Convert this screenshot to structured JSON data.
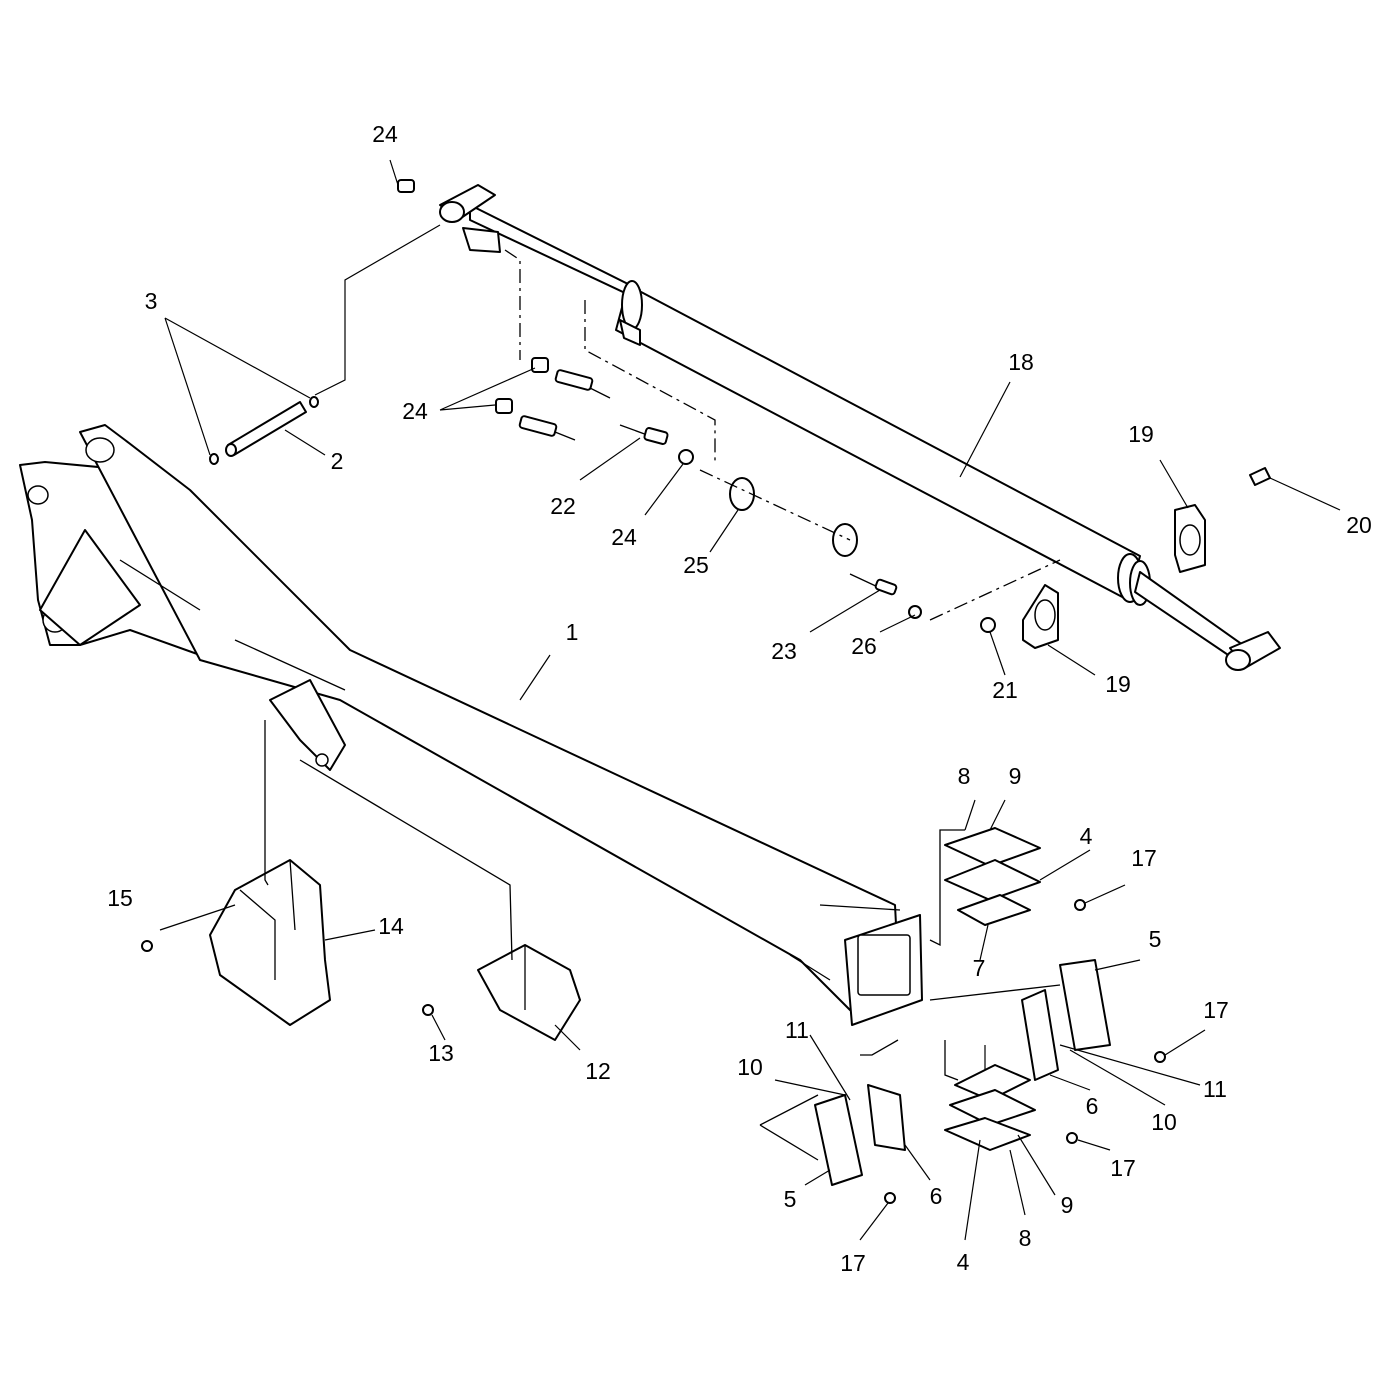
{
  "callouts": {
    "c1": "1",
    "c2": "2",
    "c3": "3",
    "c4a": "4",
    "c4b": "4",
    "c5a": "5",
    "c5b": "5",
    "c6a": "6",
    "c6b": "6",
    "c7": "7",
    "c8a": "8",
    "c8b": "8",
    "c9a": "9",
    "c9b": "9",
    "c10a": "10",
    "c10b": "10",
    "c11a": "11",
    "c11b": "11",
    "c12": "12",
    "c13": "13",
    "c14": "14",
    "c15": "15",
    "c17a": "17",
    "c17b": "17",
    "c17c": "17",
    "c17d": "17",
    "c18": "18",
    "c19a": "19",
    "c19b": "19",
    "c20": "20",
    "c21": "21",
    "c22": "22",
    "c23": "23",
    "c24a": "24",
    "c24b": "24",
    "c24c": "24",
    "c25": "25",
    "c26": "26"
  }
}
